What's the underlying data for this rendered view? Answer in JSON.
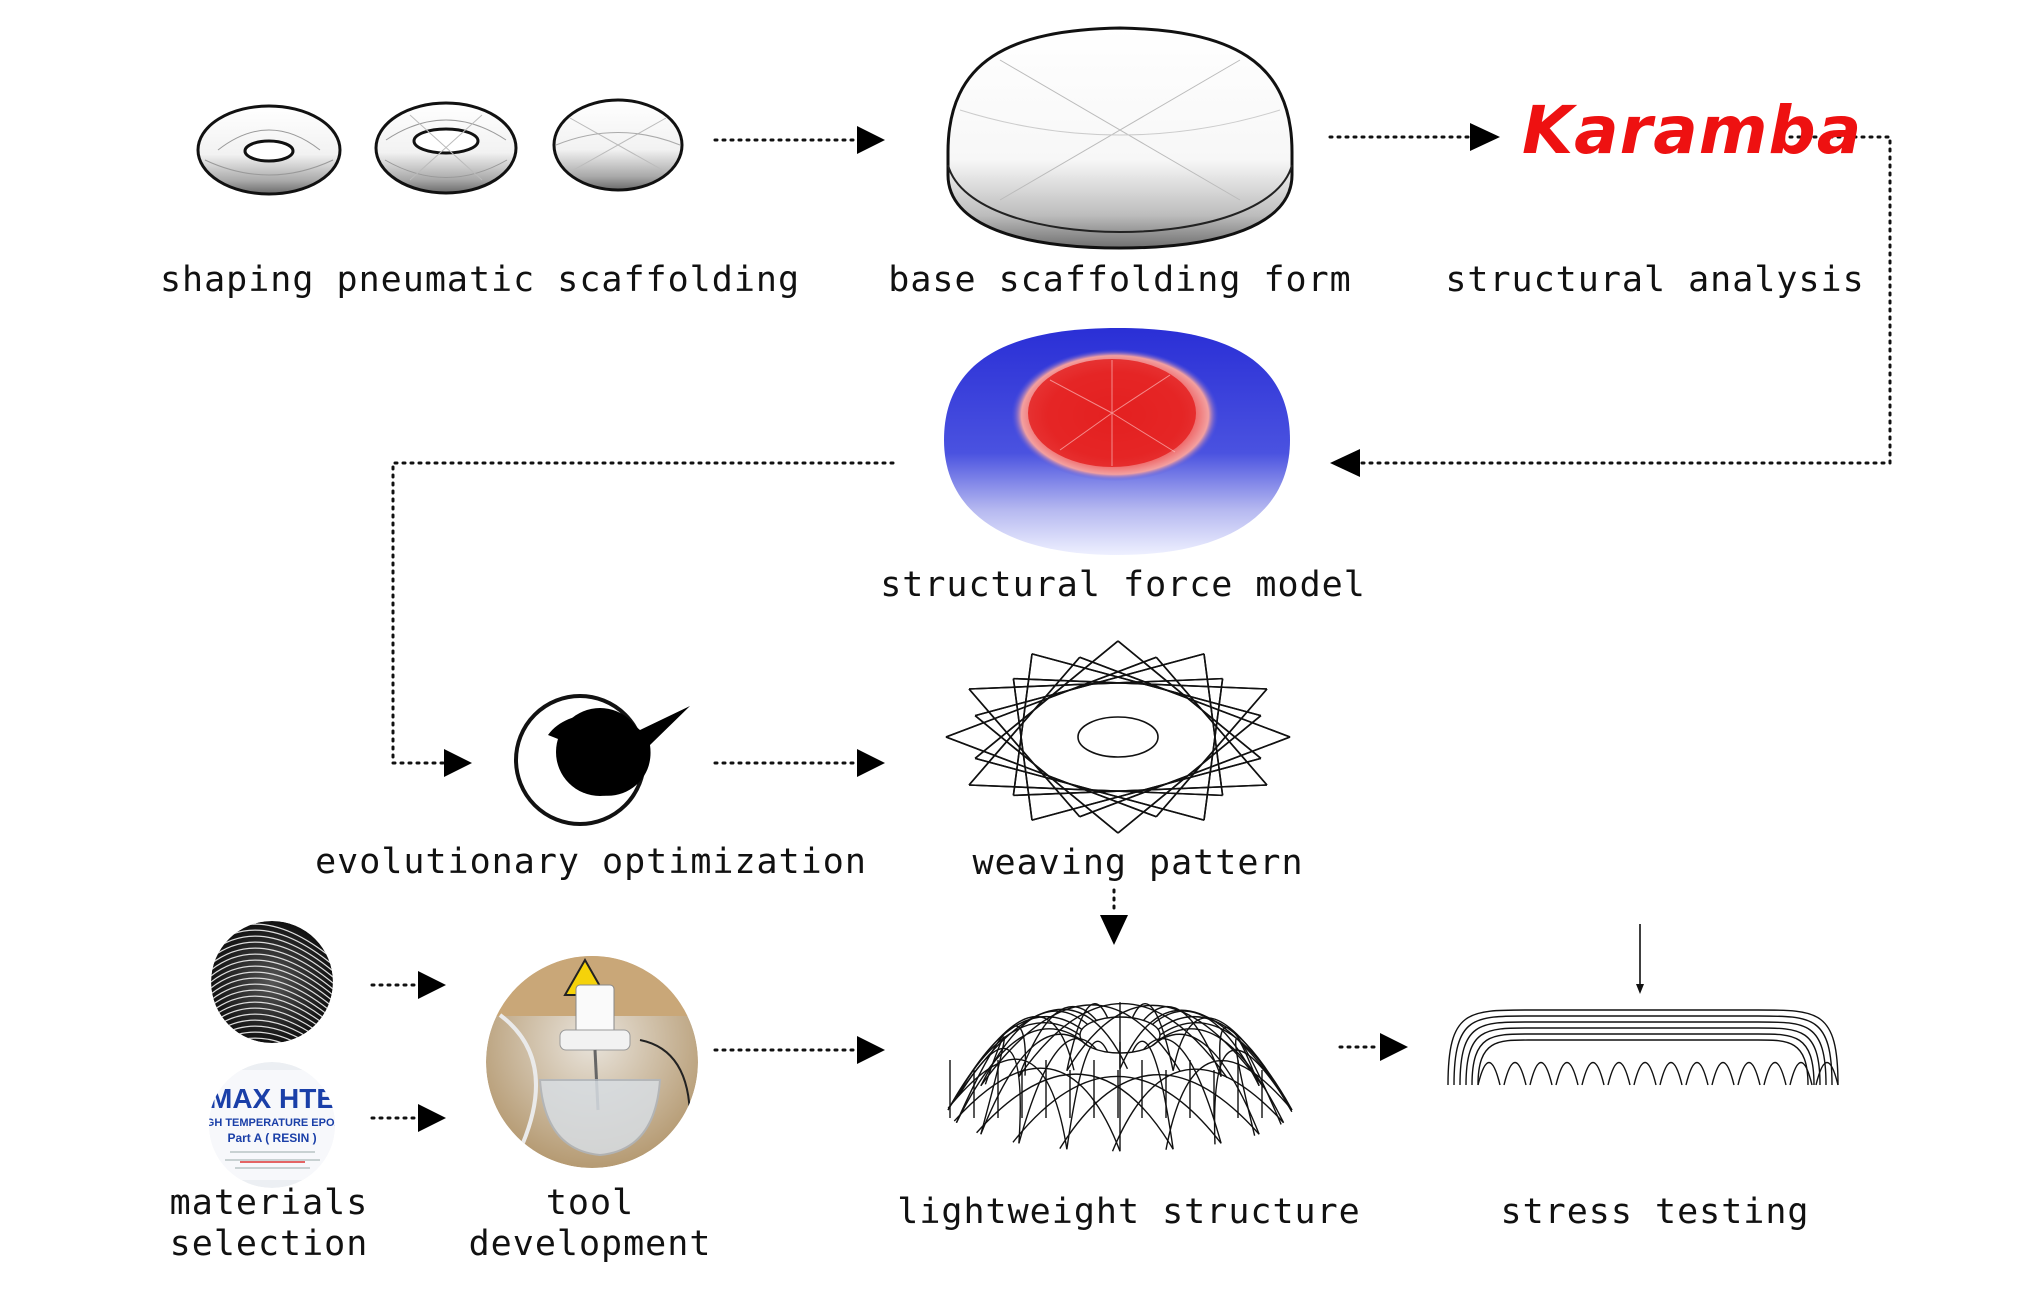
{
  "labels": {
    "shaping": "shaping pneumatic scaffolding",
    "base": "base scaffolding form",
    "analysis": "structural analysis",
    "force": "structural force model",
    "evolution": "evolutionary optimization",
    "weaving": "weaving pattern",
    "materials_1": "materials",
    "materials_2": "selection",
    "tool_1": "tool",
    "tool_2": "development",
    "lightweight": "lightweight structure",
    "stress": "stress testing"
  },
  "logo_text": "Karamba",
  "epoxy_label": {
    "line1": "MAX HTE",
    "line2": "HIGH TEMPERATURE EPOXY",
    "line3": "Part A ( RESIN )"
  },
  "colors": {
    "logo": "#ee1111",
    "force_high": "#e02020",
    "force_low": "#2020d0"
  }
}
